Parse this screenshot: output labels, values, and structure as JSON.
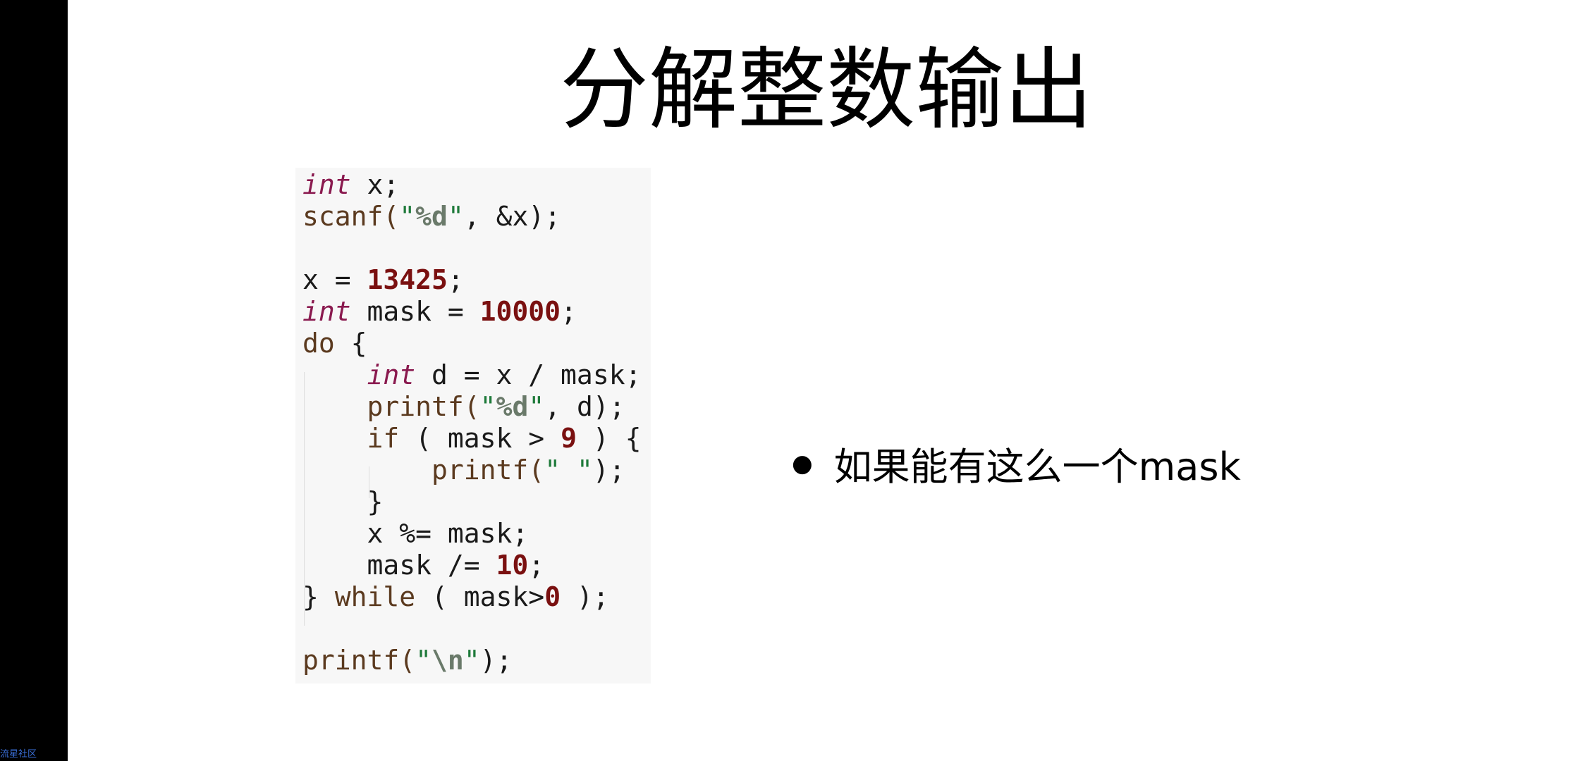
{
  "slide": {
    "title": "分解整数输出",
    "bullet": "如果能有这么一个mask"
  },
  "watermark": "流星社区",
  "code": {
    "lines": [
      [
        {
          "t": "int",
          "c": "kw"
        },
        {
          "t": " x;",
          "c": ""
        }
      ],
      [
        {
          "t": "scanf(",
          "c": "fn"
        },
        {
          "t": "\"",
          "c": "str"
        },
        {
          "t": "%d",
          "c": "fmt"
        },
        {
          "t": "\"",
          "c": "str"
        },
        {
          "t": ", &x);",
          "c": ""
        }
      ],
      [],
      [
        {
          "t": "x = ",
          "c": ""
        },
        {
          "t": "13425",
          "c": "num"
        },
        {
          "t": ";",
          "c": ""
        }
      ],
      [
        {
          "t": "int",
          "c": "kw"
        },
        {
          "t": " mask = ",
          "c": ""
        },
        {
          "t": "10000",
          "c": "num"
        },
        {
          "t": ";",
          "c": ""
        }
      ],
      [
        {
          "t": "do",
          "c": "ctl"
        },
        {
          "t": " {",
          "c": ""
        }
      ],
      [
        {
          "t": "    ",
          "c": ""
        },
        {
          "t": "int",
          "c": "kw"
        },
        {
          "t": " d = x / mask;",
          "c": ""
        }
      ],
      [
        {
          "t": "    ",
          "c": ""
        },
        {
          "t": "printf(",
          "c": "fn"
        },
        {
          "t": "\"",
          "c": "str"
        },
        {
          "t": "%d",
          "c": "fmt"
        },
        {
          "t": "\"",
          "c": "str"
        },
        {
          "t": ", d);",
          "c": ""
        }
      ],
      [
        {
          "t": "    ",
          "c": ""
        },
        {
          "t": "if",
          "c": "ctl"
        },
        {
          "t": " ( mask > ",
          "c": ""
        },
        {
          "t": "9",
          "c": "num"
        },
        {
          "t": " ) {",
          "c": ""
        }
      ],
      [
        {
          "t": "        ",
          "c": ""
        },
        {
          "t": "printf(",
          "c": "fn"
        },
        {
          "t": "\" \"",
          "c": "str"
        },
        {
          "t": ");",
          "c": ""
        }
      ],
      [
        {
          "t": "    }",
          "c": ""
        }
      ],
      [
        {
          "t": "    x %= mask;",
          "c": ""
        }
      ],
      [
        {
          "t": "    mask /= ",
          "c": ""
        },
        {
          "t": "10",
          "c": "num"
        },
        {
          "t": ";",
          "c": ""
        }
      ],
      [
        {
          "t": "} ",
          "c": ""
        },
        {
          "t": "while",
          "c": "ctl"
        },
        {
          "t": " ( mask>",
          "c": ""
        },
        {
          "t": "0",
          "c": "num"
        },
        {
          "t": " );",
          "c": ""
        }
      ],
      [],
      [
        {
          "t": "printf(",
          "c": "fn"
        },
        {
          "t": "\"",
          "c": "str"
        },
        {
          "t": "\\n",
          "c": "fmt"
        },
        {
          "t": "\"",
          "c": "str"
        },
        {
          "t": ");",
          "c": ""
        }
      ]
    ]
  }
}
